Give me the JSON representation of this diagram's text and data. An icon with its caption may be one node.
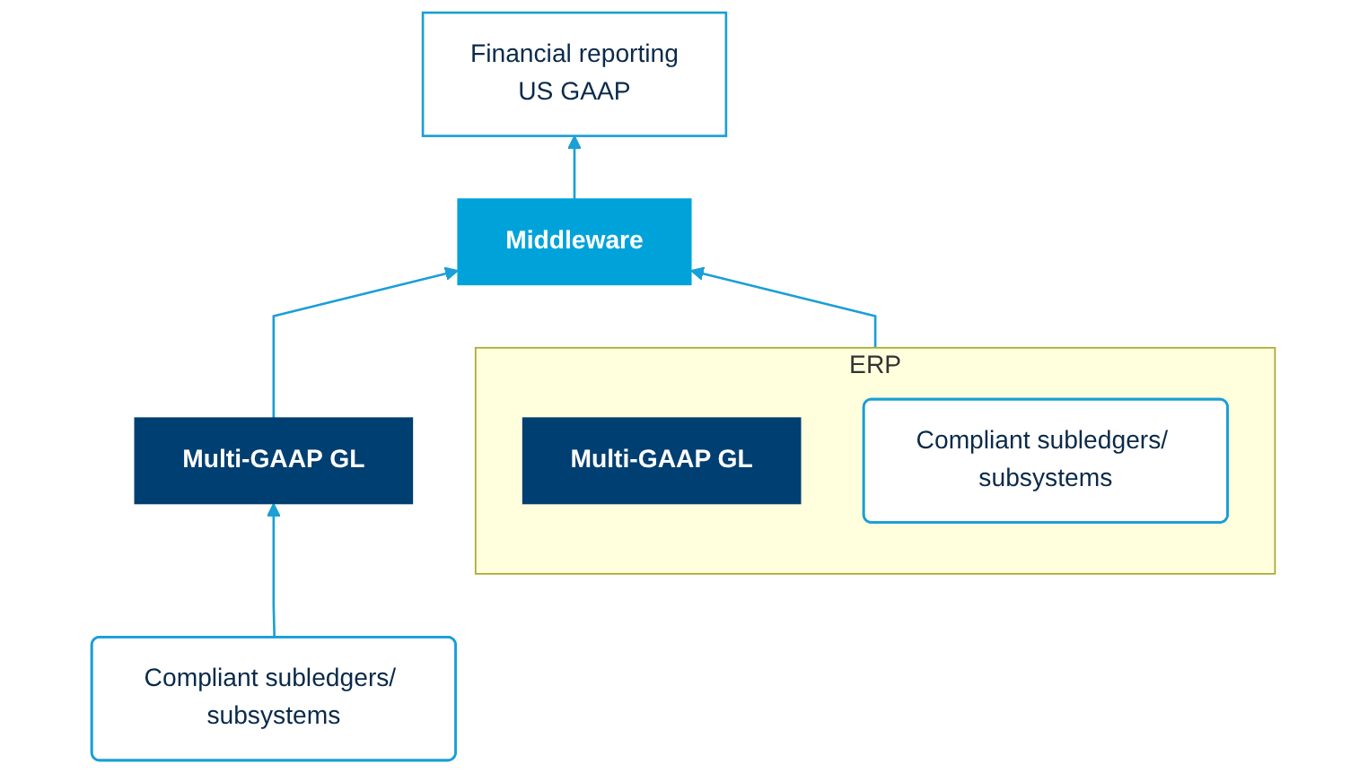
{
  "diagram": {
    "nodes": [
      {
        "text": [
          "Financial reporting",
          "US GAAP"
        ]
      },
      {
        "text": [
          "Middleware"
        ]
      },
      {
        "text": [
          "Multi-GAAP GL"
        ]
      },
      {
        "text": [
          "Compliant subledgers/ subsystems"
        ]
      },
      {
        "text": [
          "ERP"
        ]
      },
      {
        "text": [
          "Multi-GAAP GL"
        ],
        "in": 4
      },
      {
        "text": [
          "Compliant subledgers/ subsystems"
        ],
        "in": 4
      }
    ],
    "edges": [
      {
        "from": 1,
        "to": 0,
        "arrow": "to"
      },
      {
        "from": 2,
        "to": 1,
        "arrow": "to"
      },
      {
        "from": 4,
        "to": 1,
        "arrow": "to"
      },
      {
        "from": 3,
        "to": 2,
        "arrow": "to"
      }
    ]
  }
}
